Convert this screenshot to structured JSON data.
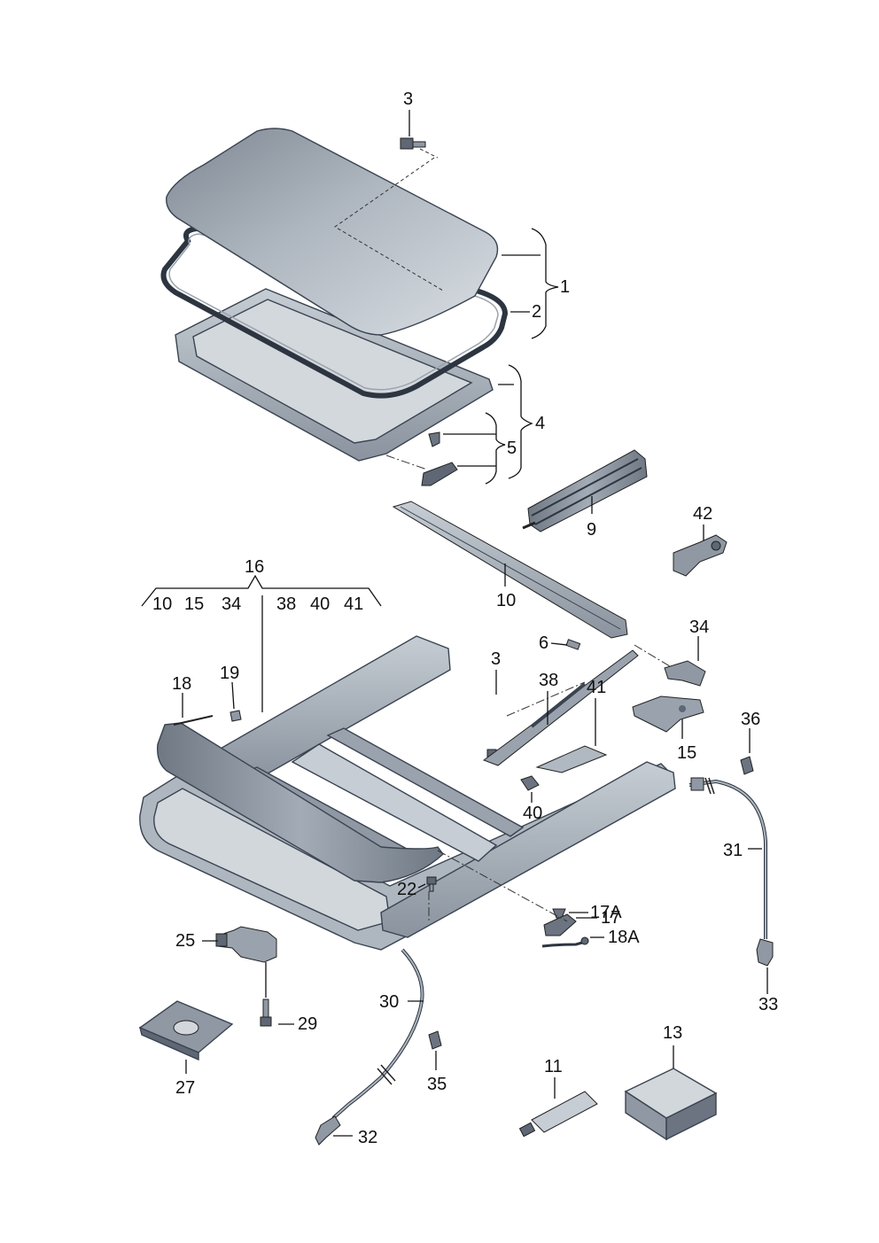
{
  "diagram_type": "exploded parts diagram",
  "group_16_members": [
    "10",
    "15",
    "34",
    "38",
    "40",
    "41"
  ],
  "callouts": [
    {
      "id": "c-3-top",
      "text": "3"
    },
    {
      "id": "c-1",
      "text": "1"
    },
    {
      "id": "c-2",
      "text": "2"
    },
    {
      "id": "c-4",
      "text": "4"
    },
    {
      "id": "c-5",
      "text": "5"
    },
    {
      "id": "c-9",
      "text": "9"
    },
    {
      "id": "c-42",
      "text": "42"
    },
    {
      "id": "c-16",
      "text": "16"
    },
    {
      "id": "c-10",
      "text": "10"
    },
    {
      "id": "c-34",
      "text": "34"
    },
    {
      "id": "c-6",
      "text": "6"
    },
    {
      "id": "c-3-mid",
      "text": "3"
    },
    {
      "id": "c-38",
      "text": "38"
    },
    {
      "id": "c-41",
      "text": "41"
    },
    {
      "id": "c-15",
      "text": "15"
    },
    {
      "id": "c-36",
      "text": "36"
    },
    {
      "id": "c-18",
      "text": "18"
    },
    {
      "id": "c-19",
      "text": "19"
    },
    {
      "id": "c-40",
      "text": "40"
    },
    {
      "id": "c-31",
      "text": "31"
    },
    {
      "id": "c-22",
      "text": "22"
    },
    {
      "id": "c-17a",
      "text": "17A"
    },
    {
      "id": "c-17",
      "text": "17"
    },
    {
      "id": "c-18a",
      "text": "18A"
    },
    {
      "id": "c-25",
      "text": "25"
    },
    {
      "id": "c-30",
      "text": "30"
    },
    {
      "id": "c-33",
      "text": "33"
    },
    {
      "id": "c-29",
      "text": "29"
    },
    {
      "id": "c-27",
      "text": "27"
    },
    {
      "id": "c-35",
      "text": "35"
    },
    {
      "id": "c-13",
      "text": "13"
    },
    {
      "id": "c-11",
      "text": "11"
    },
    {
      "id": "c-32",
      "text": "32"
    }
  ]
}
